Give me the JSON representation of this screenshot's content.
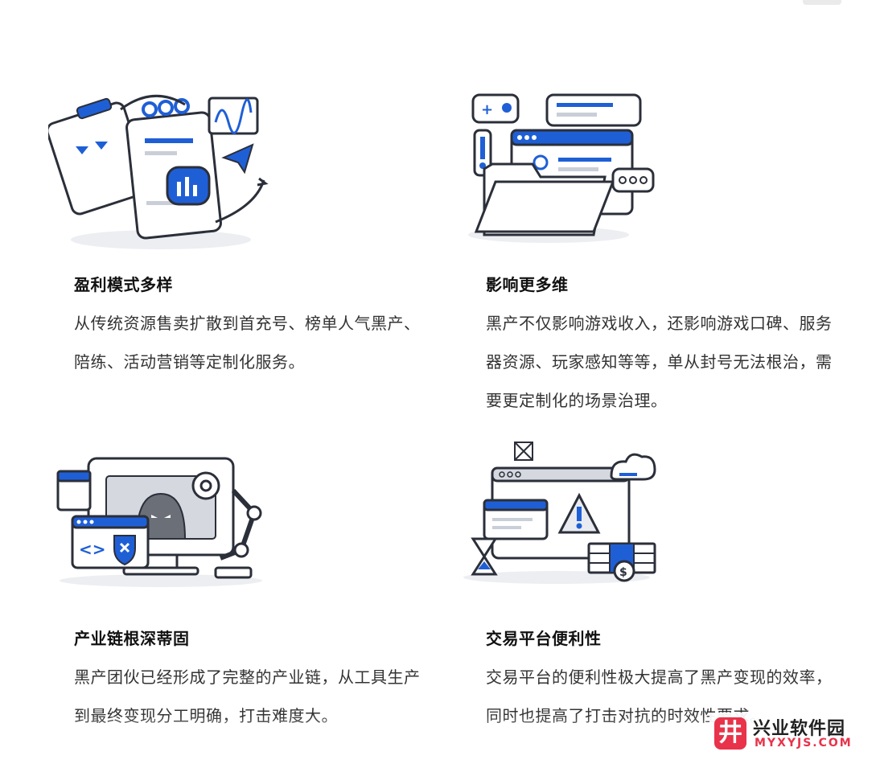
{
  "cards": [
    {
      "title": "盈利模式多样",
      "desc": "从传统资源售卖扩散到首充号、榜单人气黑产、陪练、活动营销等定制化服务。"
    },
    {
      "title": "影响更多维",
      "desc": "黑产不仅影响游戏收入，还影响游戏口碑、服务器资源、玩家感知等等，单从封号无法根治，需要更定制化的场景治理。"
    },
    {
      "title": "产业链根深蒂固",
      "desc": "黑产团伙已经形成了完整的产业链，从工具生产到最终变现分工明确，打击难度大。"
    },
    {
      "title": "交易平台便利性",
      "desc": "交易平台的便利性极大提高了黑产变现的效率，同时也提高了打击对抗的时效性要求。"
    }
  ],
  "watermark": {
    "title": "兴业软件园",
    "url": "MYXYJS.COM",
    "logo_glyph": "井"
  },
  "colors": {
    "accent": "#1f5fd6",
    "outline": "#2b2f3a",
    "light": "#e9ebf0",
    "watermark": "#e8334a"
  }
}
